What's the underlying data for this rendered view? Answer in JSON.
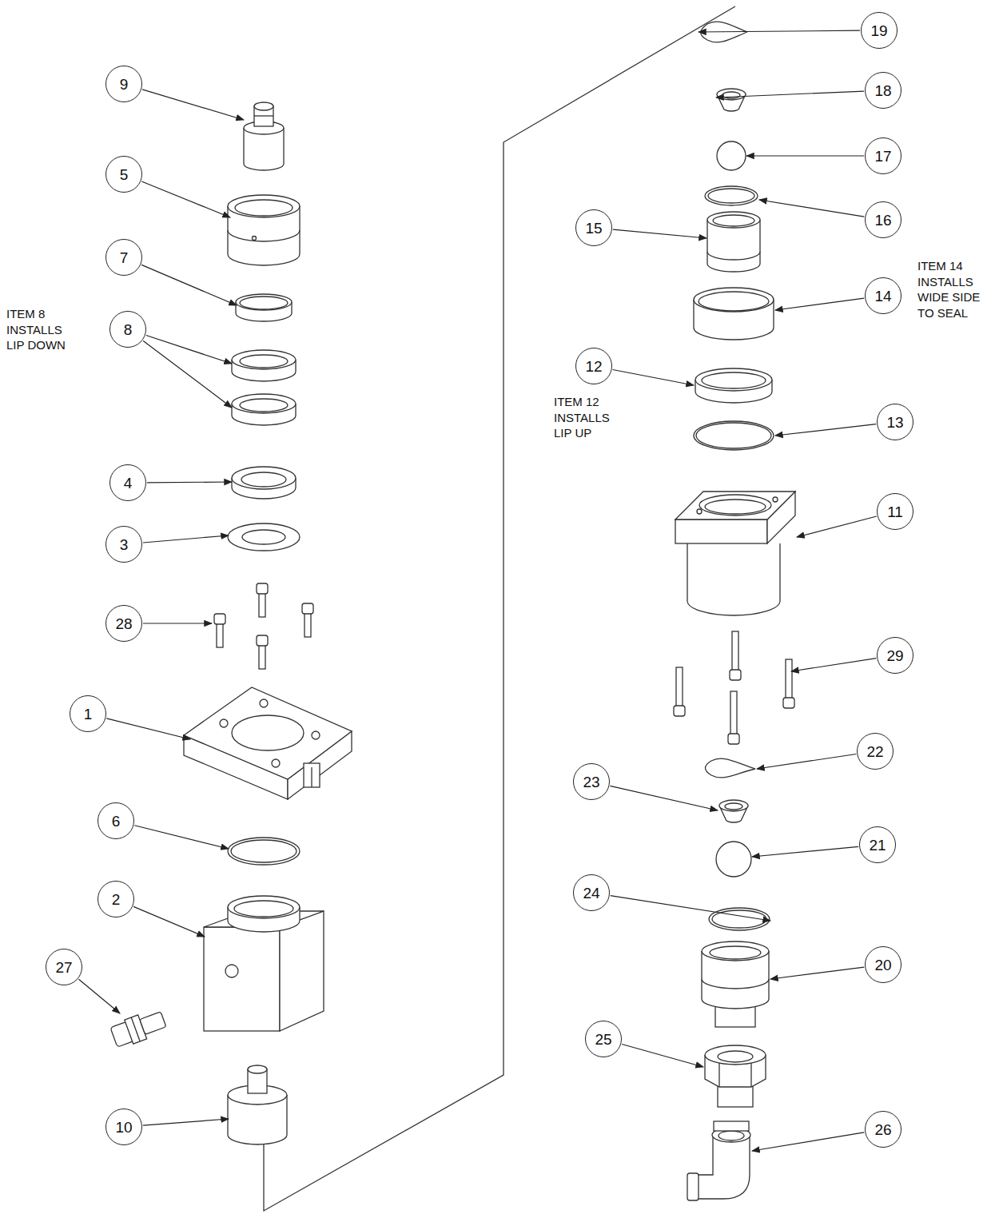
{
  "diagram": {
    "nodes": [
      {
        "text": [
          "9"
        ]
      },
      {
        "text": [
          "5"
        ]
      },
      {
        "text": [
          "7"
        ]
      },
      {
        "text": [
          "8"
        ]
      },
      {
        "text": [
          "4"
        ]
      },
      {
        "text": [
          "3"
        ]
      },
      {
        "text": [
          "28"
        ]
      },
      {
        "text": [
          "1"
        ]
      },
      {
        "text": [
          "6"
        ]
      },
      {
        "text": [
          "2"
        ]
      },
      {
        "text": [
          "27"
        ]
      },
      {
        "text": [
          "10"
        ]
      },
      {
        "text": [
          "19"
        ]
      },
      {
        "text": [
          "18"
        ]
      },
      {
        "text": [
          "17"
        ]
      },
      {
        "text": [
          "16"
        ]
      },
      {
        "text": [
          "15"
        ]
      },
      {
        "text": [
          "14"
        ]
      },
      {
        "text": [
          "12"
        ]
      },
      {
        "text": [
          "13"
        ]
      },
      {
        "text": [
          "11"
        ]
      },
      {
        "text": [
          "29"
        ]
      },
      {
        "text": [
          "22"
        ]
      },
      {
        "text": [
          "23"
        ]
      },
      {
        "text": [
          "21"
        ]
      },
      {
        "text": [
          "24"
        ]
      },
      {
        "text": [
          "20"
        ]
      },
      {
        "text": [
          "25"
        ]
      },
      {
        "text": [
          "26"
        ]
      }
    ],
    "edges": [],
    "labels": [
      "ITEM 8 INSTALLS LIP DOWN",
      "ITEM 12 INSTALLS LIP UP",
      "ITEM 14 INSTALLS WIDE SIDE TO SEAL"
    ]
  }
}
